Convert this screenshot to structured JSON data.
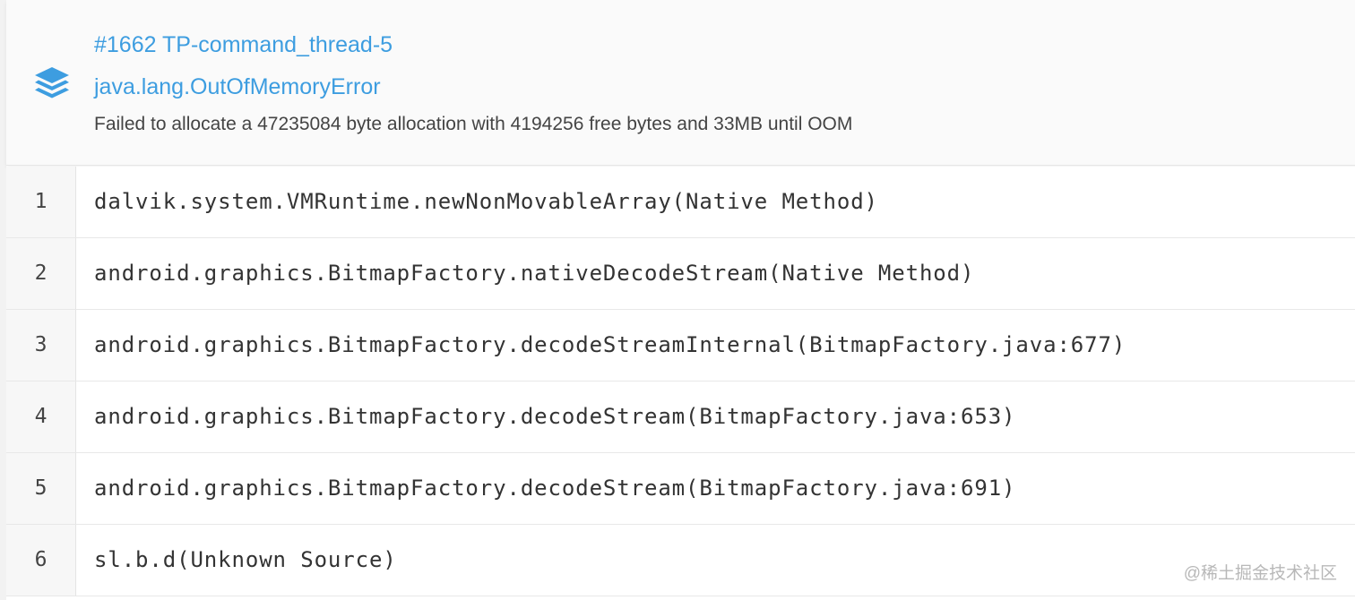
{
  "header": {
    "thread_title": "#1662 TP-command_thread-5",
    "error_type": "java.lang.OutOfMemoryError",
    "error_message": "Failed to allocate a 47235084 byte allocation with 4194256 free bytes and 33MB until OOM",
    "icon": "layers-icon"
  },
  "frames": [
    {
      "num": "1",
      "text": "dalvik.system.VMRuntime.newNonMovableArray(Native Method)"
    },
    {
      "num": "2",
      "text": "android.graphics.BitmapFactory.nativeDecodeStream(Native Method)"
    },
    {
      "num": "3",
      "text": "android.graphics.BitmapFactory.decodeStreamInternal(BitmapFactory.java:677)"
    },
    {
      "num": "4",
      "text": "android.graphics.BitmapFactory.decodeStream(BitmapFactory.java:653)"
    },
    {
      "num": "5",
      "text": "android.graphics.BitmapFactory.decodeStream(BitmapFactory.java:691)"
    },
    {
      "num": "6",
      "text": "sl.b.d(Unknown Source)"
    }
  ],
  "watermark": "@稀土掘金技术社区",
  "colors": {
    "link": "#3d9de0",
    "icon": "#3d9de0"
  }
}
